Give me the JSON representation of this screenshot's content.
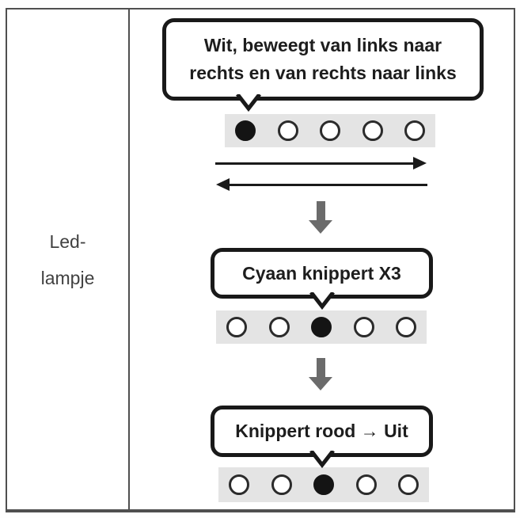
{
  "table": {
    "label_lines": [
      "Led-",
      "lampje"
    ],
    "label_full": "Led-lampje",
    "border_color": "#4f4f4f"
  },
  "diagram": {
    "steps": [
      {
        "bubble_text": "Wit, beweegt van links naar\nrechts en van rechts naar links",
        "leds": [
          1,
          0,
          0,
          0,
          0
        ]
      },
      {
        "bubble_text": "Cyaan knippert X3",
        "leds": [
          0,
          0,
          1,
          0,
          0
        ]
      },
      {
        "bubble_text": "Knippert rood → Uit",
        "leds": [
          0,
          0,
          1,
          0,
          0
        ]
      }
    ],
    "colors": {
      "bubble_border": "#191919",
      "led_strip_bg": "#e4e4e4",
      "led_on": "#141414",
      "led_off_ring": "#2b2b2b",
      "flow_arrow_gray": "#6b6b6b",
      "line_arrow_black": "#1a1a1a",
      "label_text": "#414141"
    }
  }
}
